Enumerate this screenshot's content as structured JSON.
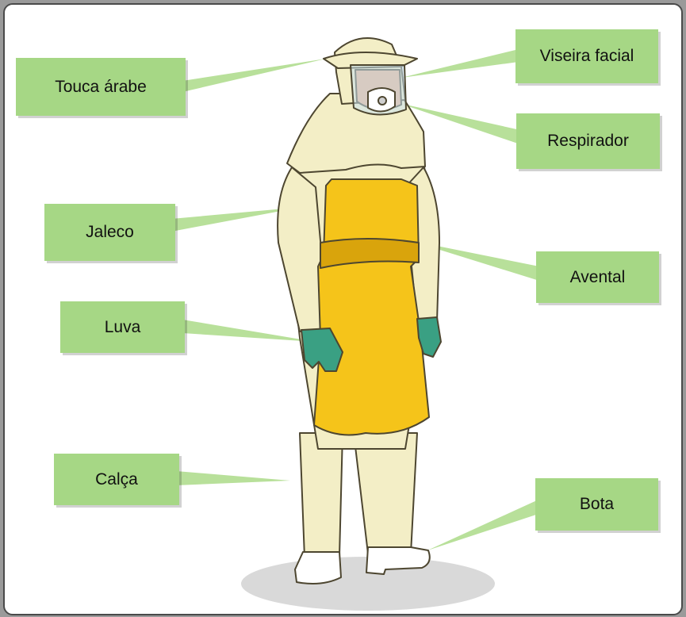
{
  "colors": {
    "label_fill": "#a6d785",
    "leader_fill": "#b8e09a",
    "suit": "#f3eec6",
    "suit_shade": "#ddd4a2",
    "apron": "#f5c41a",
    "apron_shade": "#d9a40c",
    "glove": "#3aa083",
    "boot": "#ffffff",
    "shadow": "#d9d9d9",
    "outline": "#4d4630"
  },
  "labels": {
    "touca": "Touca árabe",
    "viseira": "Viseira facial",
    "respirador": "Respirador",
    "jaleco": "Jaleco",
    "avental": "Avental",
    "luva": "Luva",
    "calca": "Calça",
    "bota": "Bota"
  }
}
